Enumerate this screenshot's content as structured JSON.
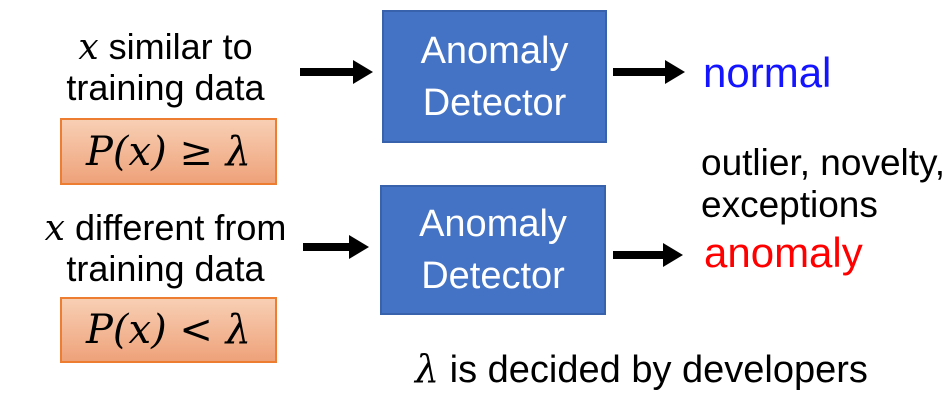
{
  "colors": {
    "detector_fill": "#4472C4",
    "detector_border": "#3862AC",
    "formula_border": "#ED7D31",
    "formula_bg_top": "#F8CFB4",
    "formula_bg_bottom": "#EEA27A",
    "normal_text": "#1414FF",
    "anomaly_text": "#FF0000",
    "arrow": "#000000",
    "text": "#000000"
  },
  "top_row": {
    "condition": {
      "variable": "x",
      "line1_rest": " similar to",
      "line2": "training data"
    },
    "formula": "P(x) ≥ λ",
    "detector": {
      "line1": "Anomaly",
      "line2": "Detector"
    },
    "result": "normal"
  },
  "bottom_row": {
    "condition": {
      "variable": "x",
      "line1_rest": " different from",
      "line2": "training data"
    },
    "formula": "P(x) < λ",
    "detector": {
      "line1": "Anomaly",
      "line2": "Detector"
    },
    "result_synonyms": {
      "line1": "outlier, novelty,",
      "line2": "exceptions"
    },
    "result": "anomaly"
  },
  "caption": {
    "variable": "λ",
    "rest": " is decided by developers"
  }
}
